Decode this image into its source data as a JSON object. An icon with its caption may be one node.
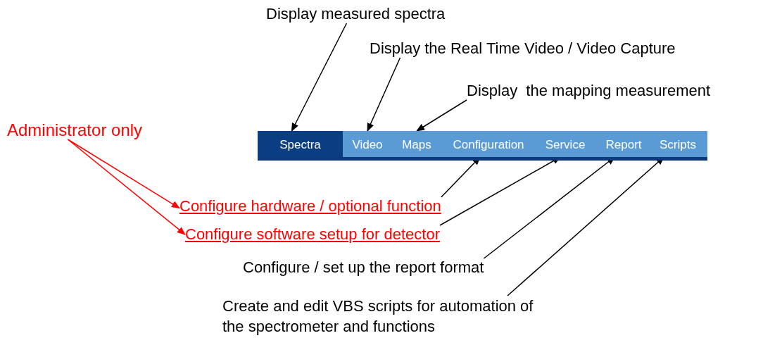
{
  "diagram": {
    "nodes": [
      {
        "text": [],
        "shape": "bar"
      },
      {
        "text": [
          "Spectra"
        ],
        "in": 0
      },
      {
        "text": [
          "Video"
        ],
        "in": 0
      },
      {
        "text": [
          "Maps"
        ],
        "in": 0
      },
      {
        "text": [
          "Configuration"
        ],
        "in": 0
      },
      {
        "text": [
          "Service"
        ],
        "in": 0
      },
      {
        "text": [
          "Report"
        ],
        "in": 0
      },
      {
        "text": [
          "Scripts"
        ],
        "in": 0
      },
      {
        "text": [
          "Display measured spectra"
        ]
      },
      {
        "text": [
          "Display the Real Time Video / Video Capture"
        ]
      },
      {
        "text": [
          "Display  the mapping measurement"
        ]
      },
      {
        "text": [
          "Administrator only"
        ]
      },
      {
        "text": [
          "Configure hardware / optional function"
        ]
      },
      {
        "text": [
          "Configure software setup for detector"
        ]
      },
      {
        "text": [
          "Configure / set up the report format"
        ]
      },
      {
        "text": [
          "Create and edit VBS scripts for automation of the spectrometer and functions"
        ]
      }
    ],
    "edges": [
      {
        "from": 8,
        "to": 1,
        "arrow": "to"
      },
      {
        "from": 9,
        "to": 2,
        "arrow": "to"
      },
      {
        "from": 10,
        "to": 3,
        "arrow": "to"
      },
      {
        "from": 12,
        "to": 4,
        "arrow": "to"
      },
      {
        "from": 13,
        "to": 5,
        "arrow": "to"
      },
      {
        "from": 14,
        "to": 6,
        "arrow": "to"
      },
      {
        "from": 15,
        "to": 7,
        "arrow": "to"
      },
      {
        "from": 11,
        "to": 12,
        "arrow": "to",
        "color": "#ff0000"
      },
      {
        "from": 11,
        "to": 13,
        "arrow": "to",
        "color": "#ff0000"
      }
    ]
  }
}
